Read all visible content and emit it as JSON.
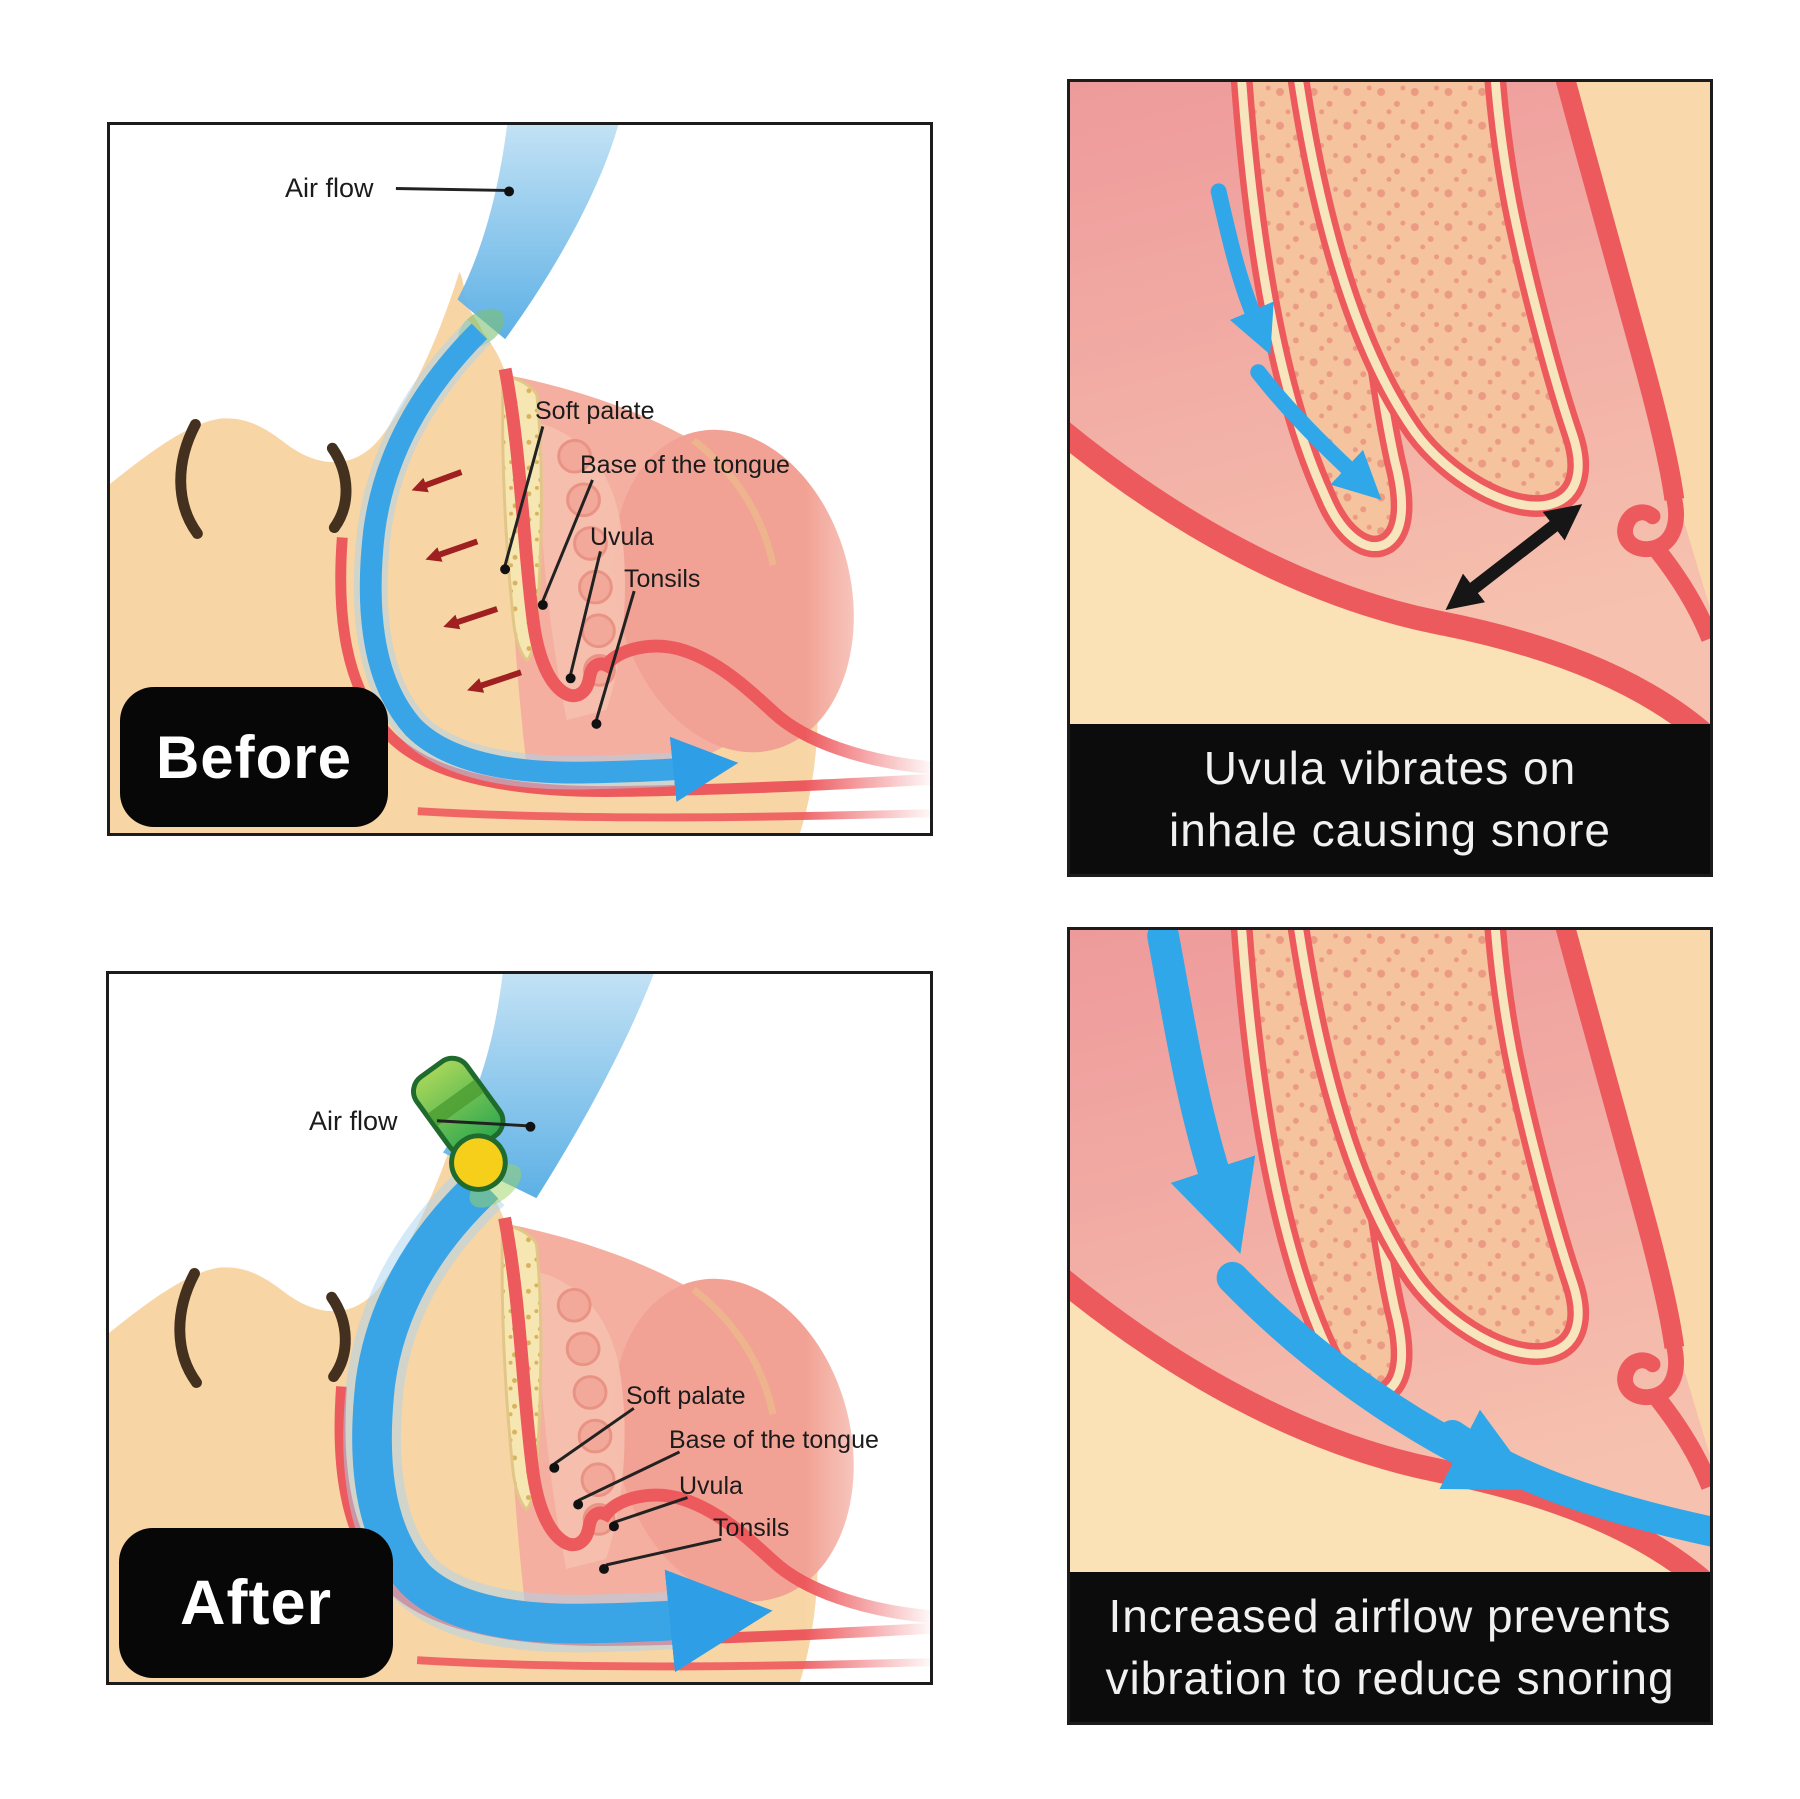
{
  "colors": {
    "page-bg": "#ffffff",
    "panel-border": "#1c1c1c",
    "badge-bg": "#070707",
    "badge-text": "#ffffff",
    "caption-bg": "#0c0c0c",
    "caption-text": "#f1f1f1",
    "label-text": "#1b1b1b",
    "skin": "#f8d5a4",
    "throat-pink": "#f4afa0",
    "tissue-red": "#ed5a5e",
    "palate-yellow": "#f6e7b2",
    "airflow-blue": "#39a4e6",
    "closeup-blue": "#2fa7e8",
    "vibration-arrow-red": "#9e2020",
    "double-arrow-black": "#161616",
    "closeup-peach": "#f9d8ac"
  },
  "before_panel": {
    "badge": "Before",
    "labels": {
      "air_flow": "Air flow",
      "soft_palate": "Soft palate",
      "base_of_tongue": "Base of the tongue",
      "uvula": "Uvula",
      "tonsils": "Tonsils"
    }
  },
  "after_panel": {
    "badge": "After",
    "labels": {
      "air_flow": "Air flow",
      "soft_palate": "Soft palate",
      "base_of_tongue": "Base of the tongue",
      "uvula": "Uvula",
      "tonsils": "Tonsils"
    }
  },
  "uvula_closeup": {
    "caption_line1": "Uvula vibrates on",
    "caption_line2": "inhale causing snore"
  },
  "airflow_closeup": {
    "caption_line1": "Increased airflow prevents",
    "caption_line2": "vibration to reduce snoring"
  }
}
